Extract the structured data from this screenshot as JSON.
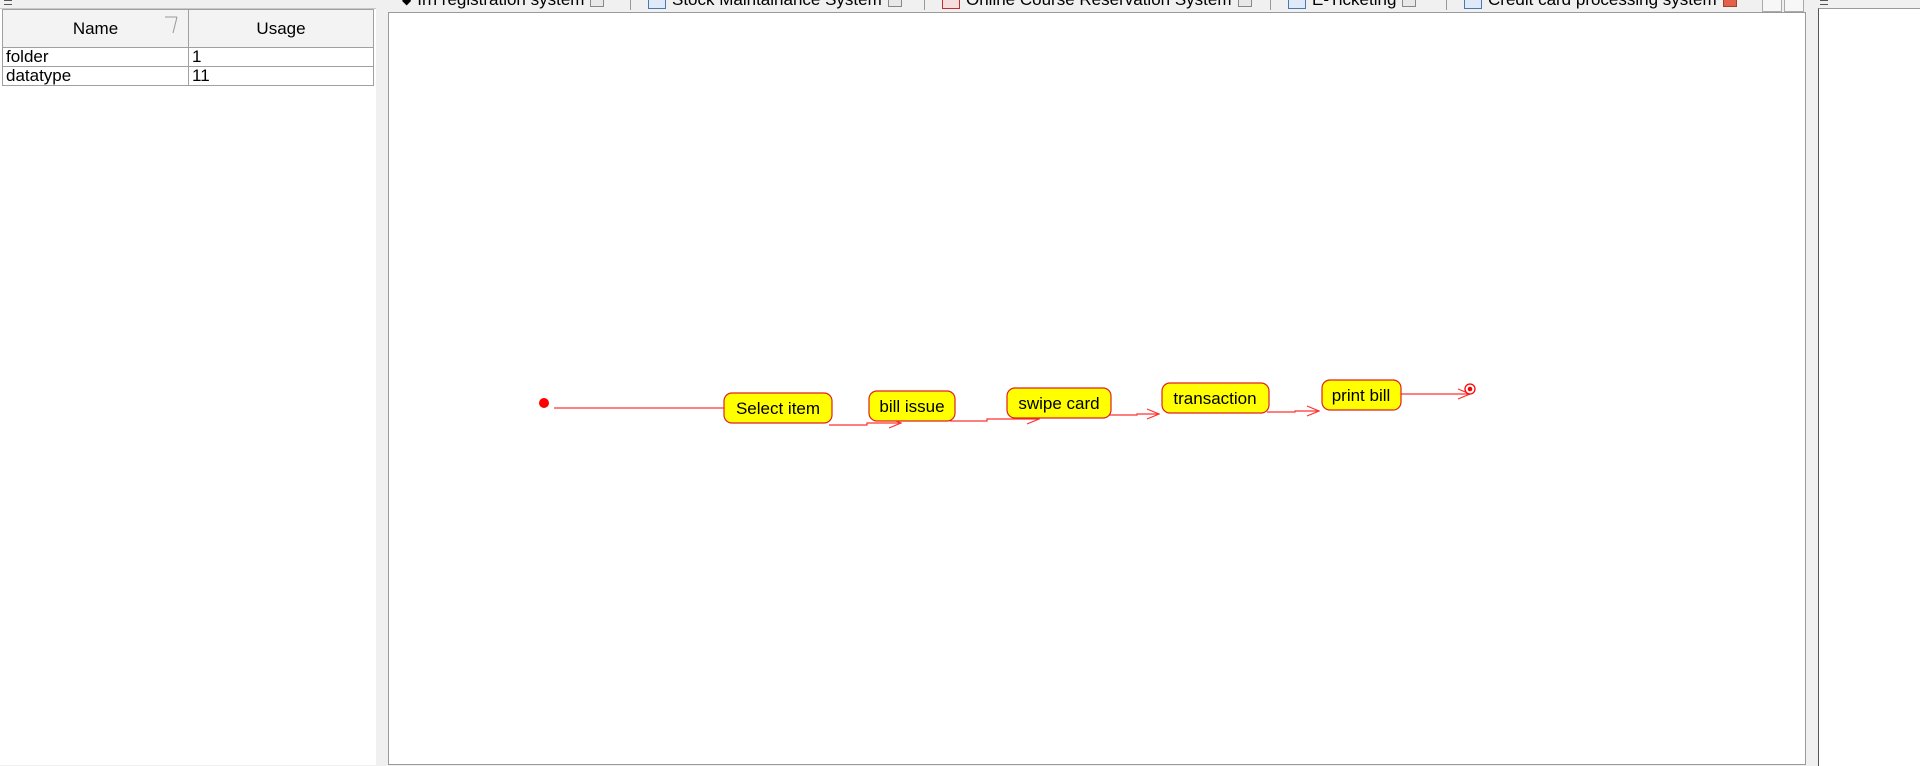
{
  "usage_table": {
    "headers": {
      "name": "Name",
      "usage": "Usage"
    },
    "rows": [
      {
        "name": "folder",
        "usage": "1"
      },
      {
        "name": "datatype",
        "usage": "11"
      }
    ]
  },
  "tabs": [
    {
      "label": "Irn registration system",
      "icon": "diagram-icon",
      "active": false
    },
    {
      "label": "Stock Maintainance System",
      "icon": "diagram-icon",
      "active": false
    },
    {
      "label": "Online Course Reservation System",
      "icon": "diagram-icon",
      "active": false
    },
    {
      "label": "E-Ticketing",
      "icon": "diagram-icon",
      "active": false
    },
    {
      "label": "Credit card processing system",
      "icon": "diagram-icon",
      "active": true
    }
  ],
  "diagram": {
    "states": [
      {
        "id": "select-item",
        "label": "Select item"
      },
      {
        "id": "bill-issue",
        "label": "bill issue"
      },
      {
        "id": "swipe-card",
        "label": "swipe card"
      },
      {
        "id": "transaction",
        "label": "transaction"
      },
      {
        "id": "print-bill",
        "label": "print bill"
      }
    ],
    "colors": {
      "state_fill": "#ffff00",
      "state_border": "#e02020",
      "transition": "#ff3030",
      "initial": "#ff0000"
    }
  }
}
